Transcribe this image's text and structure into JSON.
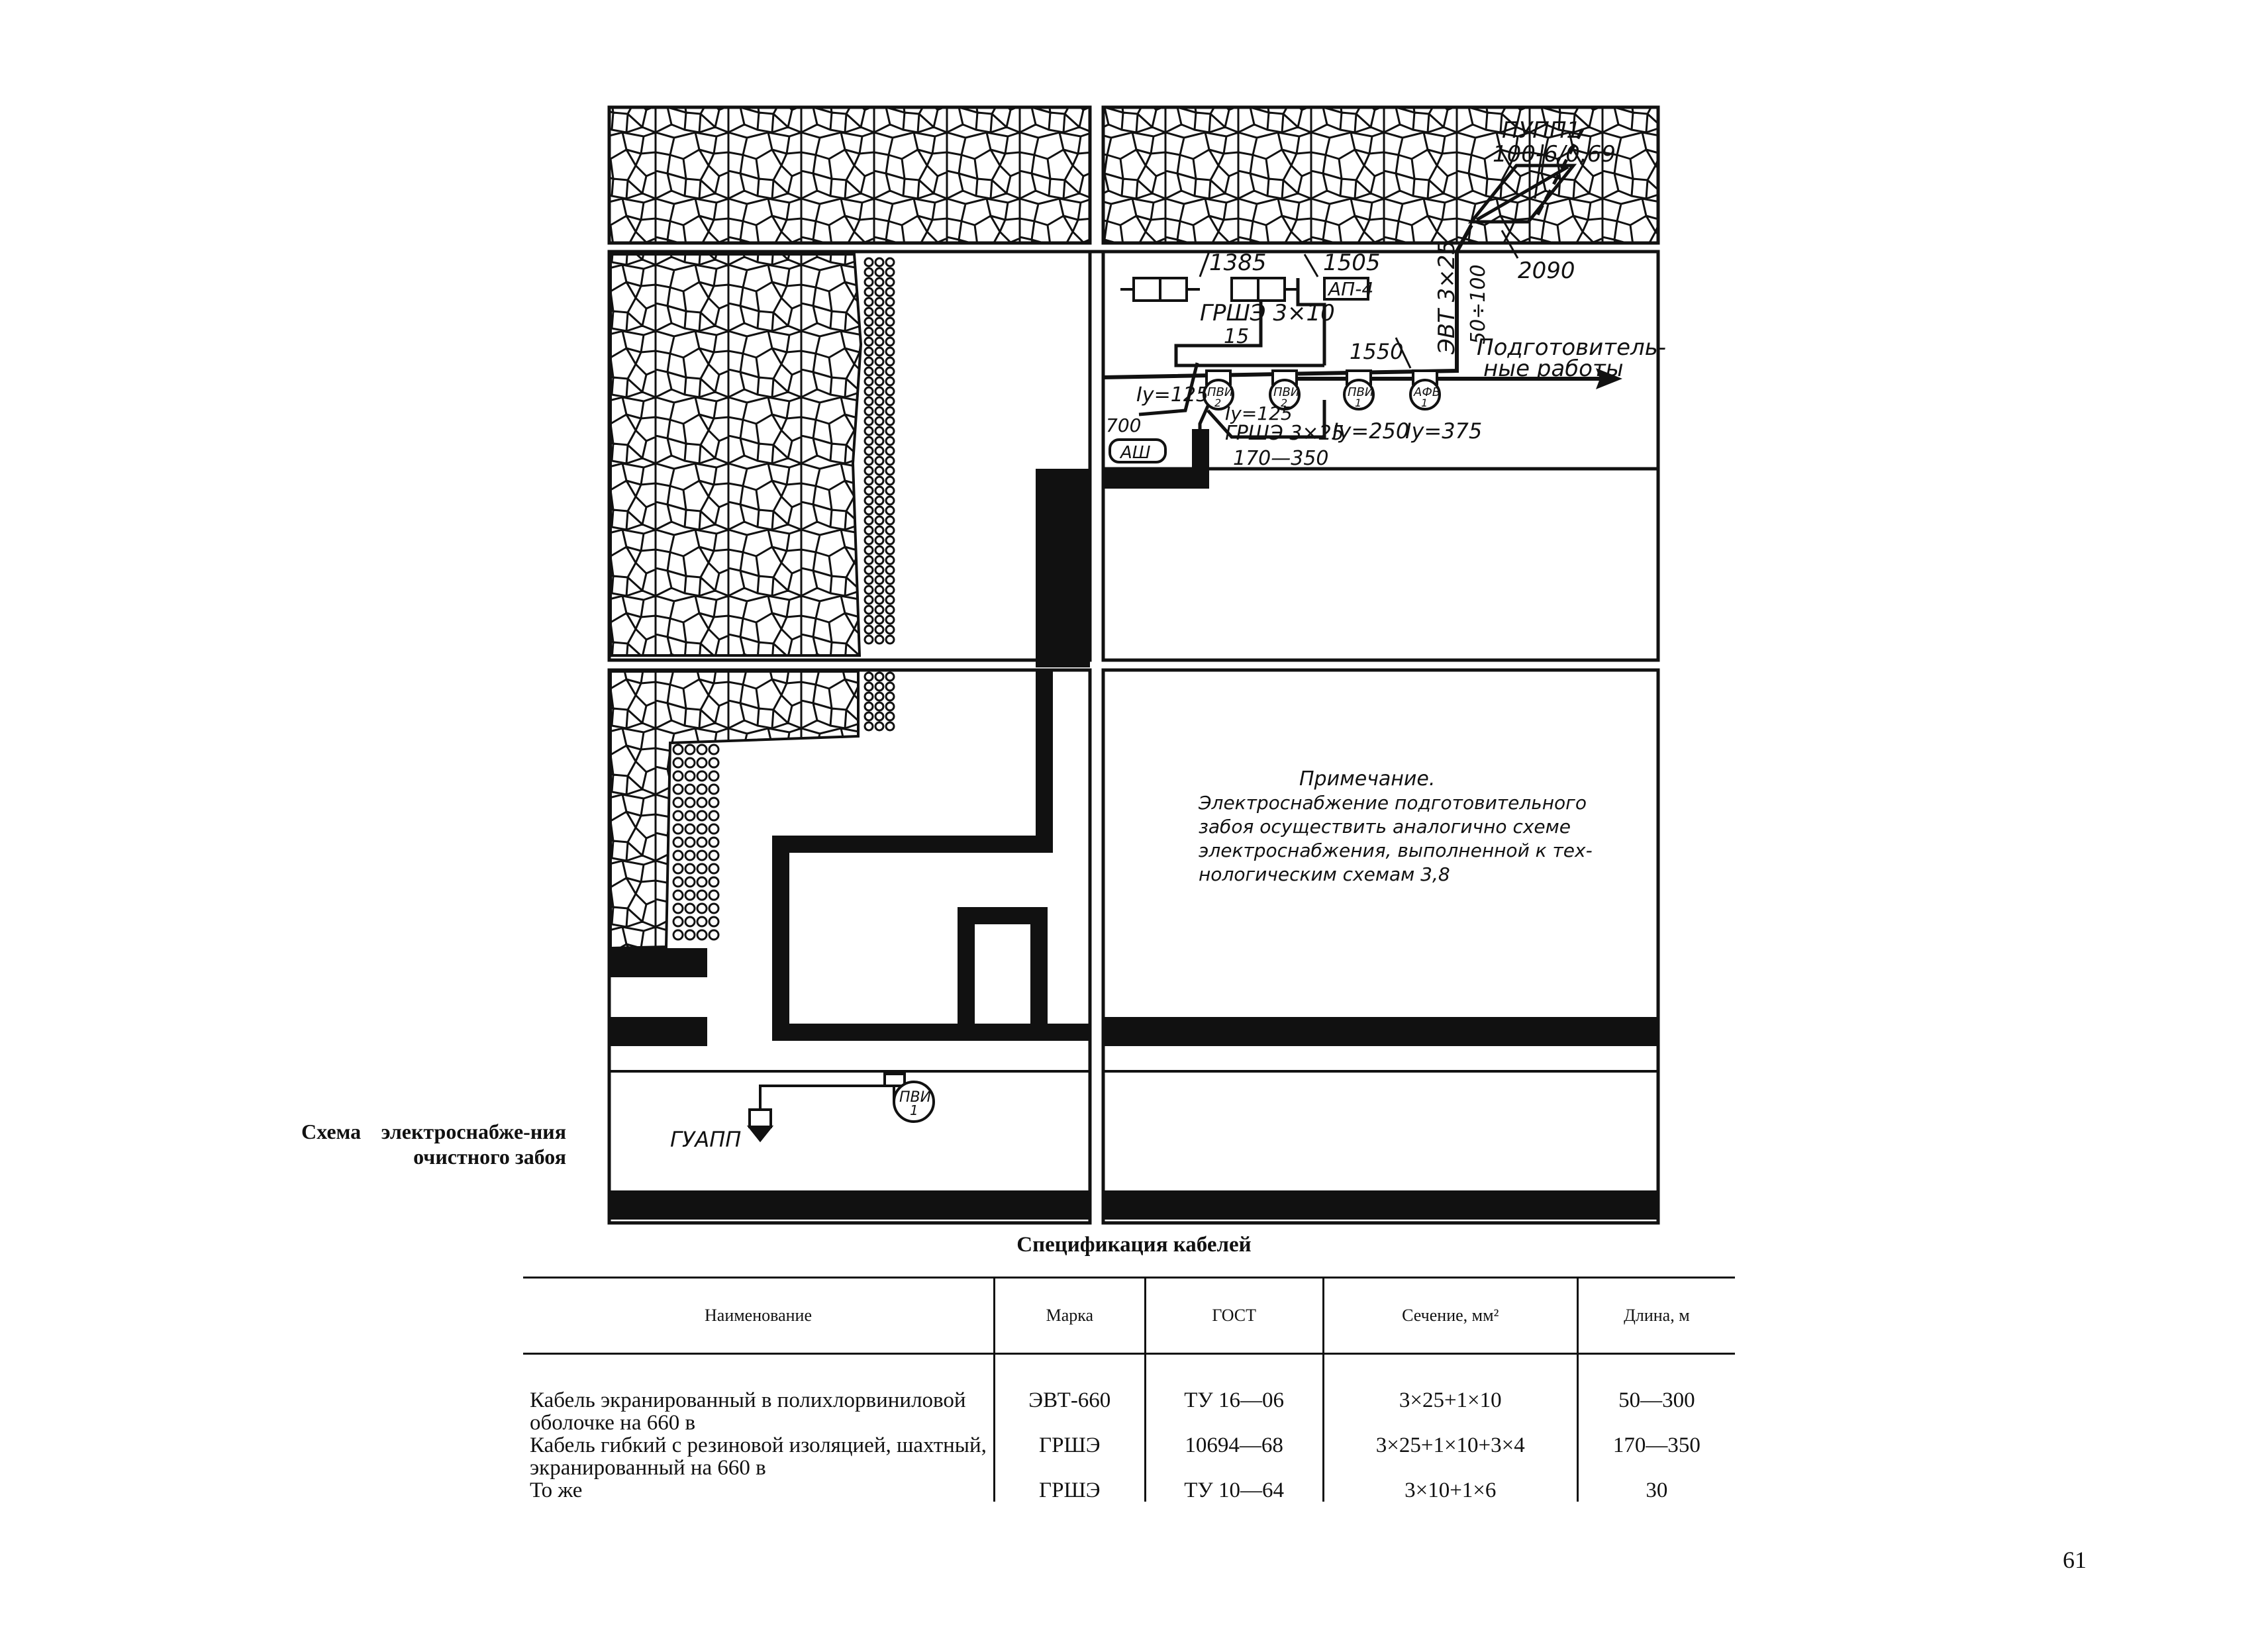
{
  "caption": "Схема электроснабже-ния очистного забоя",
  "labels": {
    "pupp": "ПУПП1",
    "pupp_type": "100-6/0,69",
    "dist_2090": "2090",
    "dist_1385": "1385",
    "dist_1505": "1505",
    "ap4": "АП-4",
    "grshe_3x10": "ГРШЭ 3×10",
    "len_15": "15",
    "dist_1550": "1550",
    "evt": "ЭВТ 3×25",
    "evt_len": "50÷100",
    "prep_work_1": "Подготовитель-",
    "prep_work_2": "ные работы",
    "iy125a": "Iу=125",
    "iy125b": "Iу=125",
    "iy250": "Iу=250",
    "iy375": "Iу=375",
    "pvi": "ПВИ",
    "afv": "АФВ",
    "num_1": "1",
    "num_2": "2",
    "dist_700": "700",
    "ash": "АШ",
    "grshe_3x25": "ГРШЭ 3×25",
    "len_170_350": "170—350",
    "guapp": "ГУАПП"
  },
  "note": {
    "title": "Примечание.",
    "lines": [
      "Электроснабжение подготовительного",
      "забоя осуществить аналогично схеме",
      "электроснабжения, выполненной к тех-",
      "нологическим схемам 3,8"
    ]
  },
  "spec": {
    "title": "Спецификация кабелей",
    "headers": [
      "Наименование",
      "Марка",
      "ГОСТ",
      "Сечение, мм²",
      "Длина, м"
    ],
    "rows": [
      {
        "name": "Кабель экранированный в полихлорвиниловой оболочке на 660 в",
        "mark": "ЭВТ-660",
        "gost": "ТУ 16—06",
        "section": "3×25+1×10",
        "length": "50—300"
      },
      {
        "name": "Кабель гибкий с резиновой изоляцией, шахтный, экранированный на 660 в",
        "mark": "ГРШЭ",
        "gost": "10694—68",
        "section": "3×25+1×10+3×4",
        "length": "170—350"
      },
      {
        "name": "То же",
        "mark": "ГРШЭ",
        "gost": "ТУ 10—64",
        "section": "3×10+1×6",
        "length": "30"
      }
    ]
  },
  "page_number": "61"
}
